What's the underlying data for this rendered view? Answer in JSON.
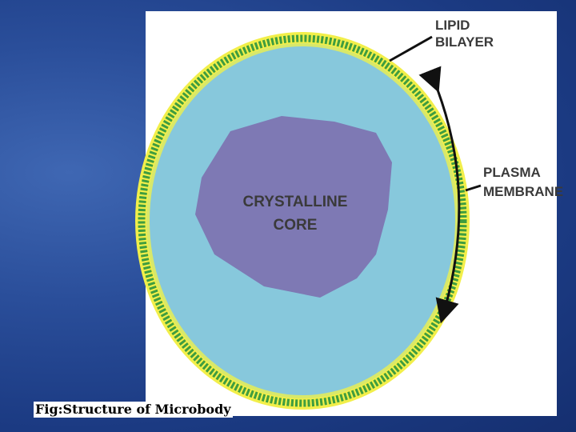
{
  "labels": {
    "lipid_line1": "LIPID",
    "lipid_line2": "BILAYER",
    "plasma_line1": "PLASMA",
    "plasma_line2": "MEMBRANE",
    "core_line1": "CRYSTALLINE",
    "core_line2": "CORE"
  },
  "caption": "Fig:Structure of Microbody",
  "colors": {
    "background": "#1f4189",
    "cytoplasm": "#87c8dc",
    "core": "#7e79b4",
    "membrane_outer": "#f2ef4a",
    "membrane_inner": "#3f9d3f",
    "arrow": "#111111"
  }
}
